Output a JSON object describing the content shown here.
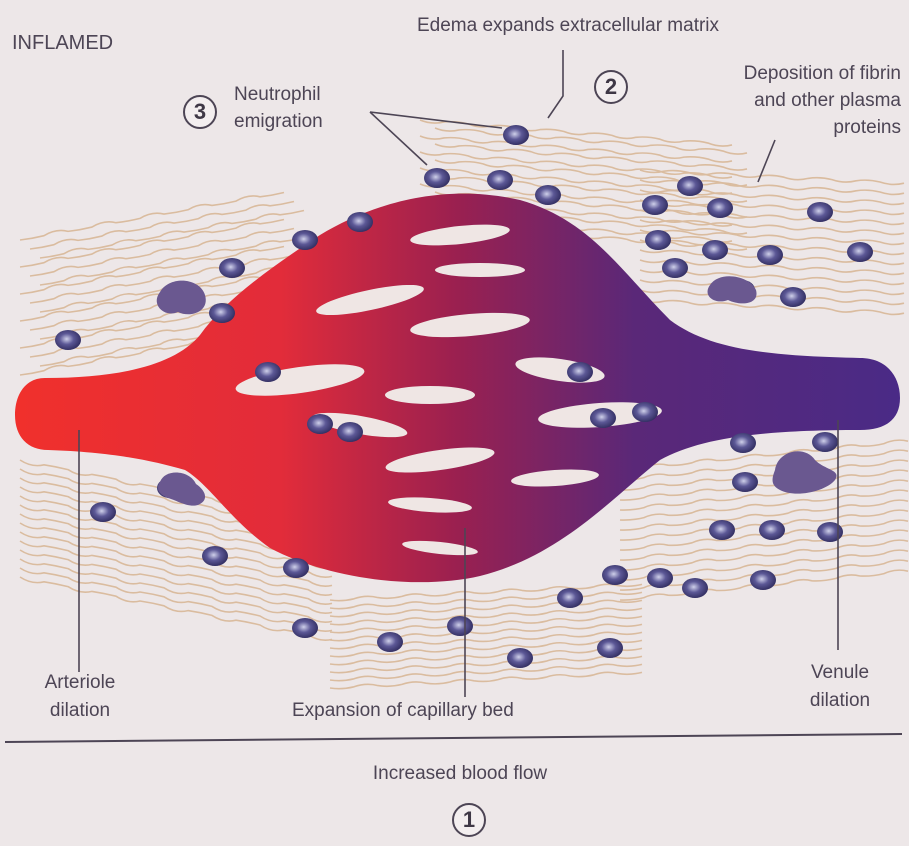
{
  "labels": {
    "state": "INFLAMED",
    "edema": "Edema expands extracellular matrix",
    "fibrin_line1": "Deposition of fibrin",
    "fibrin_line2": "and other plasma",
    "fibrin_line3": "proteins",
    "neutrophil_line1": "Neutrophil",
    "neutrophil_line2": "emigration",
    "arteriole_line1": "Arteriole",
    "arteriole_line2": "dilation",
    "capillary": "Expansion of capillary bed",
    "venule_line1": "Venule",
    "venule_line2": "dilation",
    "blood_flow": "Increased blood flow"
  },
  "markers": {
    "fibrin_number": "2",
    "neutrophil_number": "3",
    "blood_flow_number": "1"
  },
  "colors": {
    "background": "#ede7e8",
    "arteriole_red": "#f0302c",
    "mid_magenta": "#9a2050",
    "venule_purple": "#4a2a86",
    "fiber": "#d9b898",
    "cell": "#4e4a86",
    "label_text": "#4d4555"
  }
}
